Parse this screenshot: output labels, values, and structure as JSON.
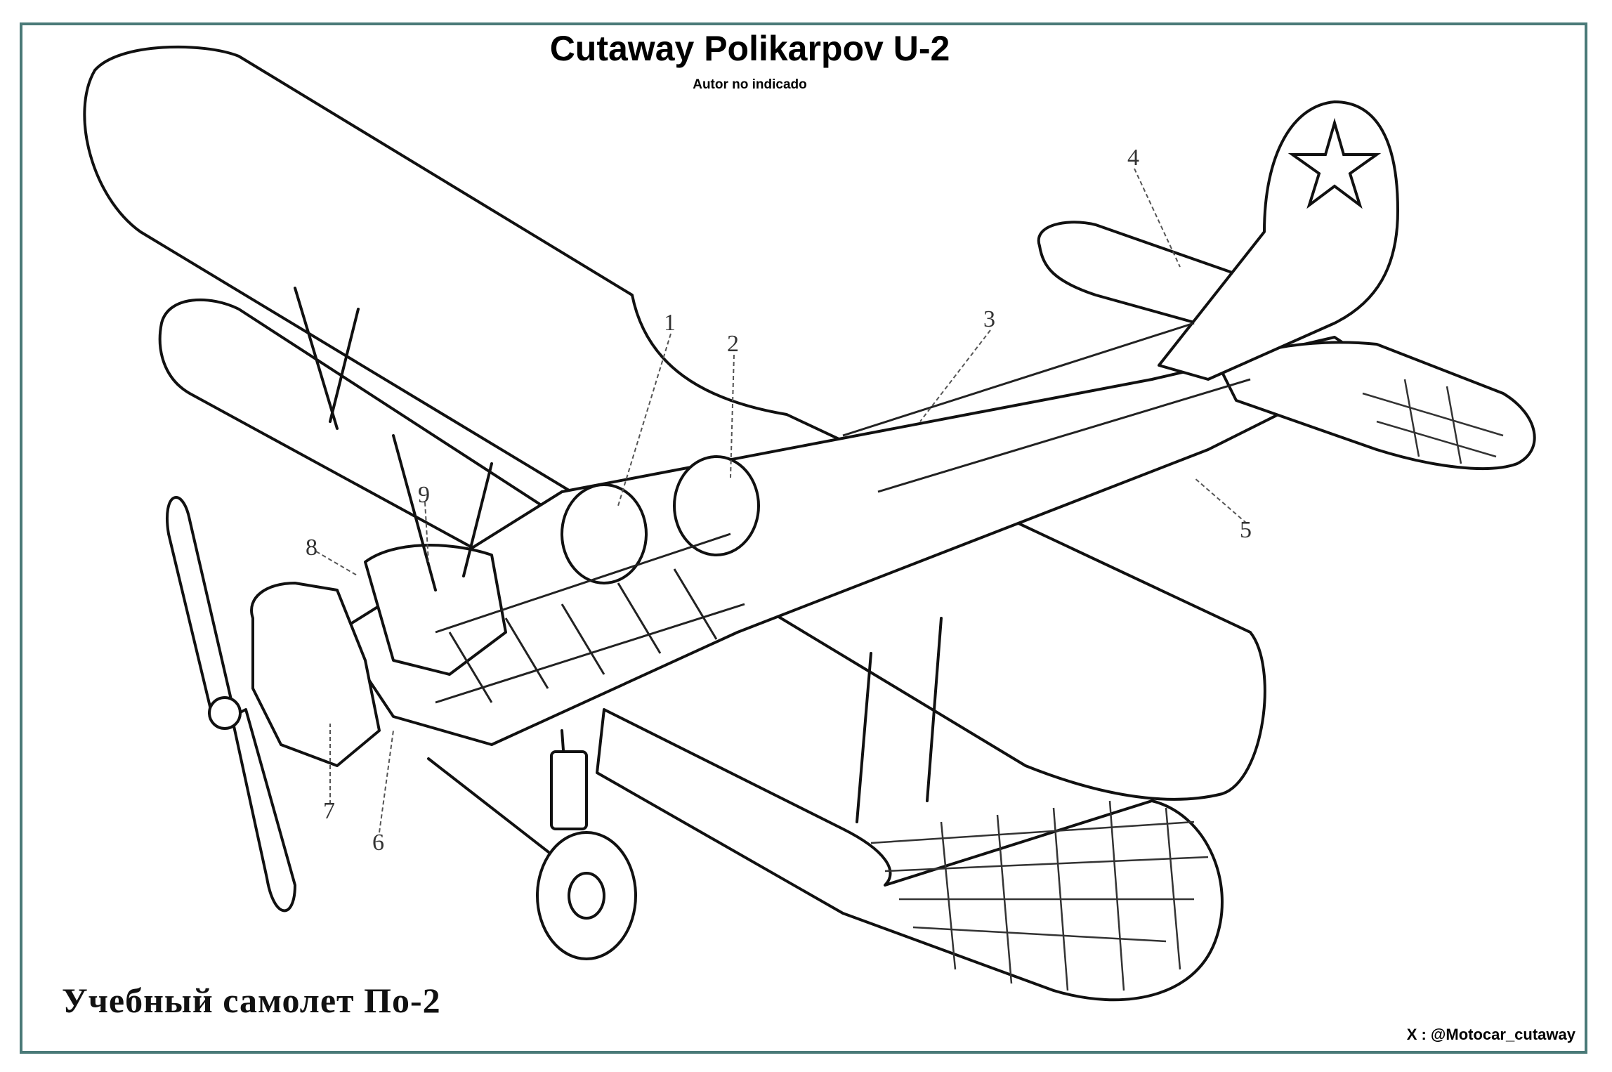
{
  "header": {
    "title": "Cutaway Polikarpov U-2",
    "subtitle": "Autor no indicado"
  },
  "caption": "Учебный самолет По-2",
  "credit": "X : @Motocar_cutaway",
  "callouts": [
    "1",
    "2",
    "3",
    "4",
    "5",
    "6",
    "7",
    "8",
    "9"
  ],
  "colors": {
    "frame": "#4a7a78",
    "ink": "#111111",
    "paper": "#ffffff"
  }
}
